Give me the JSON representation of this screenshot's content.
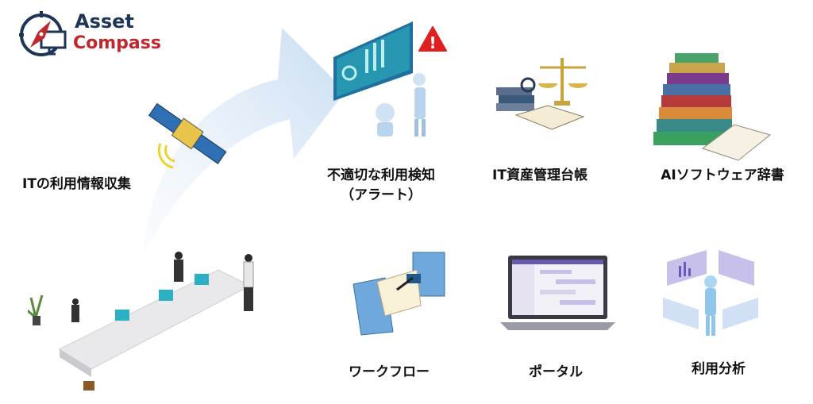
{
  "logo": {
    "line1": "Asset",
    "line2": "Compass",
    "colors": {
      "navy": "#1d3557",
      "red": "#c0282d"
    }
  },
  "collection": {
    "label": "ITの利用情報収集"
  },
  "features": [
    {
      "id": "alert",
      "label_line1": "不適切な利用検知",
      "label_line2": "（アラート）"
    },
    {
      "id": "ledger",
      "label_line1": "IT資産管理台帳"
    },
    {
      "id": "dictionary",
      "label_line1": "AIソフトウェア辞書"
    },
    {
      "id": "workflow",
      "label_line1": "ワークフロー"
    },
    {
      "id": "portal",
      "label_line1": "ポータル"
    },
    {
      "id": "analytics",
      "label_line1": "利用分析"
    }
  ],
  "alert_icon": {
    "symbol": "!"
  }
}
